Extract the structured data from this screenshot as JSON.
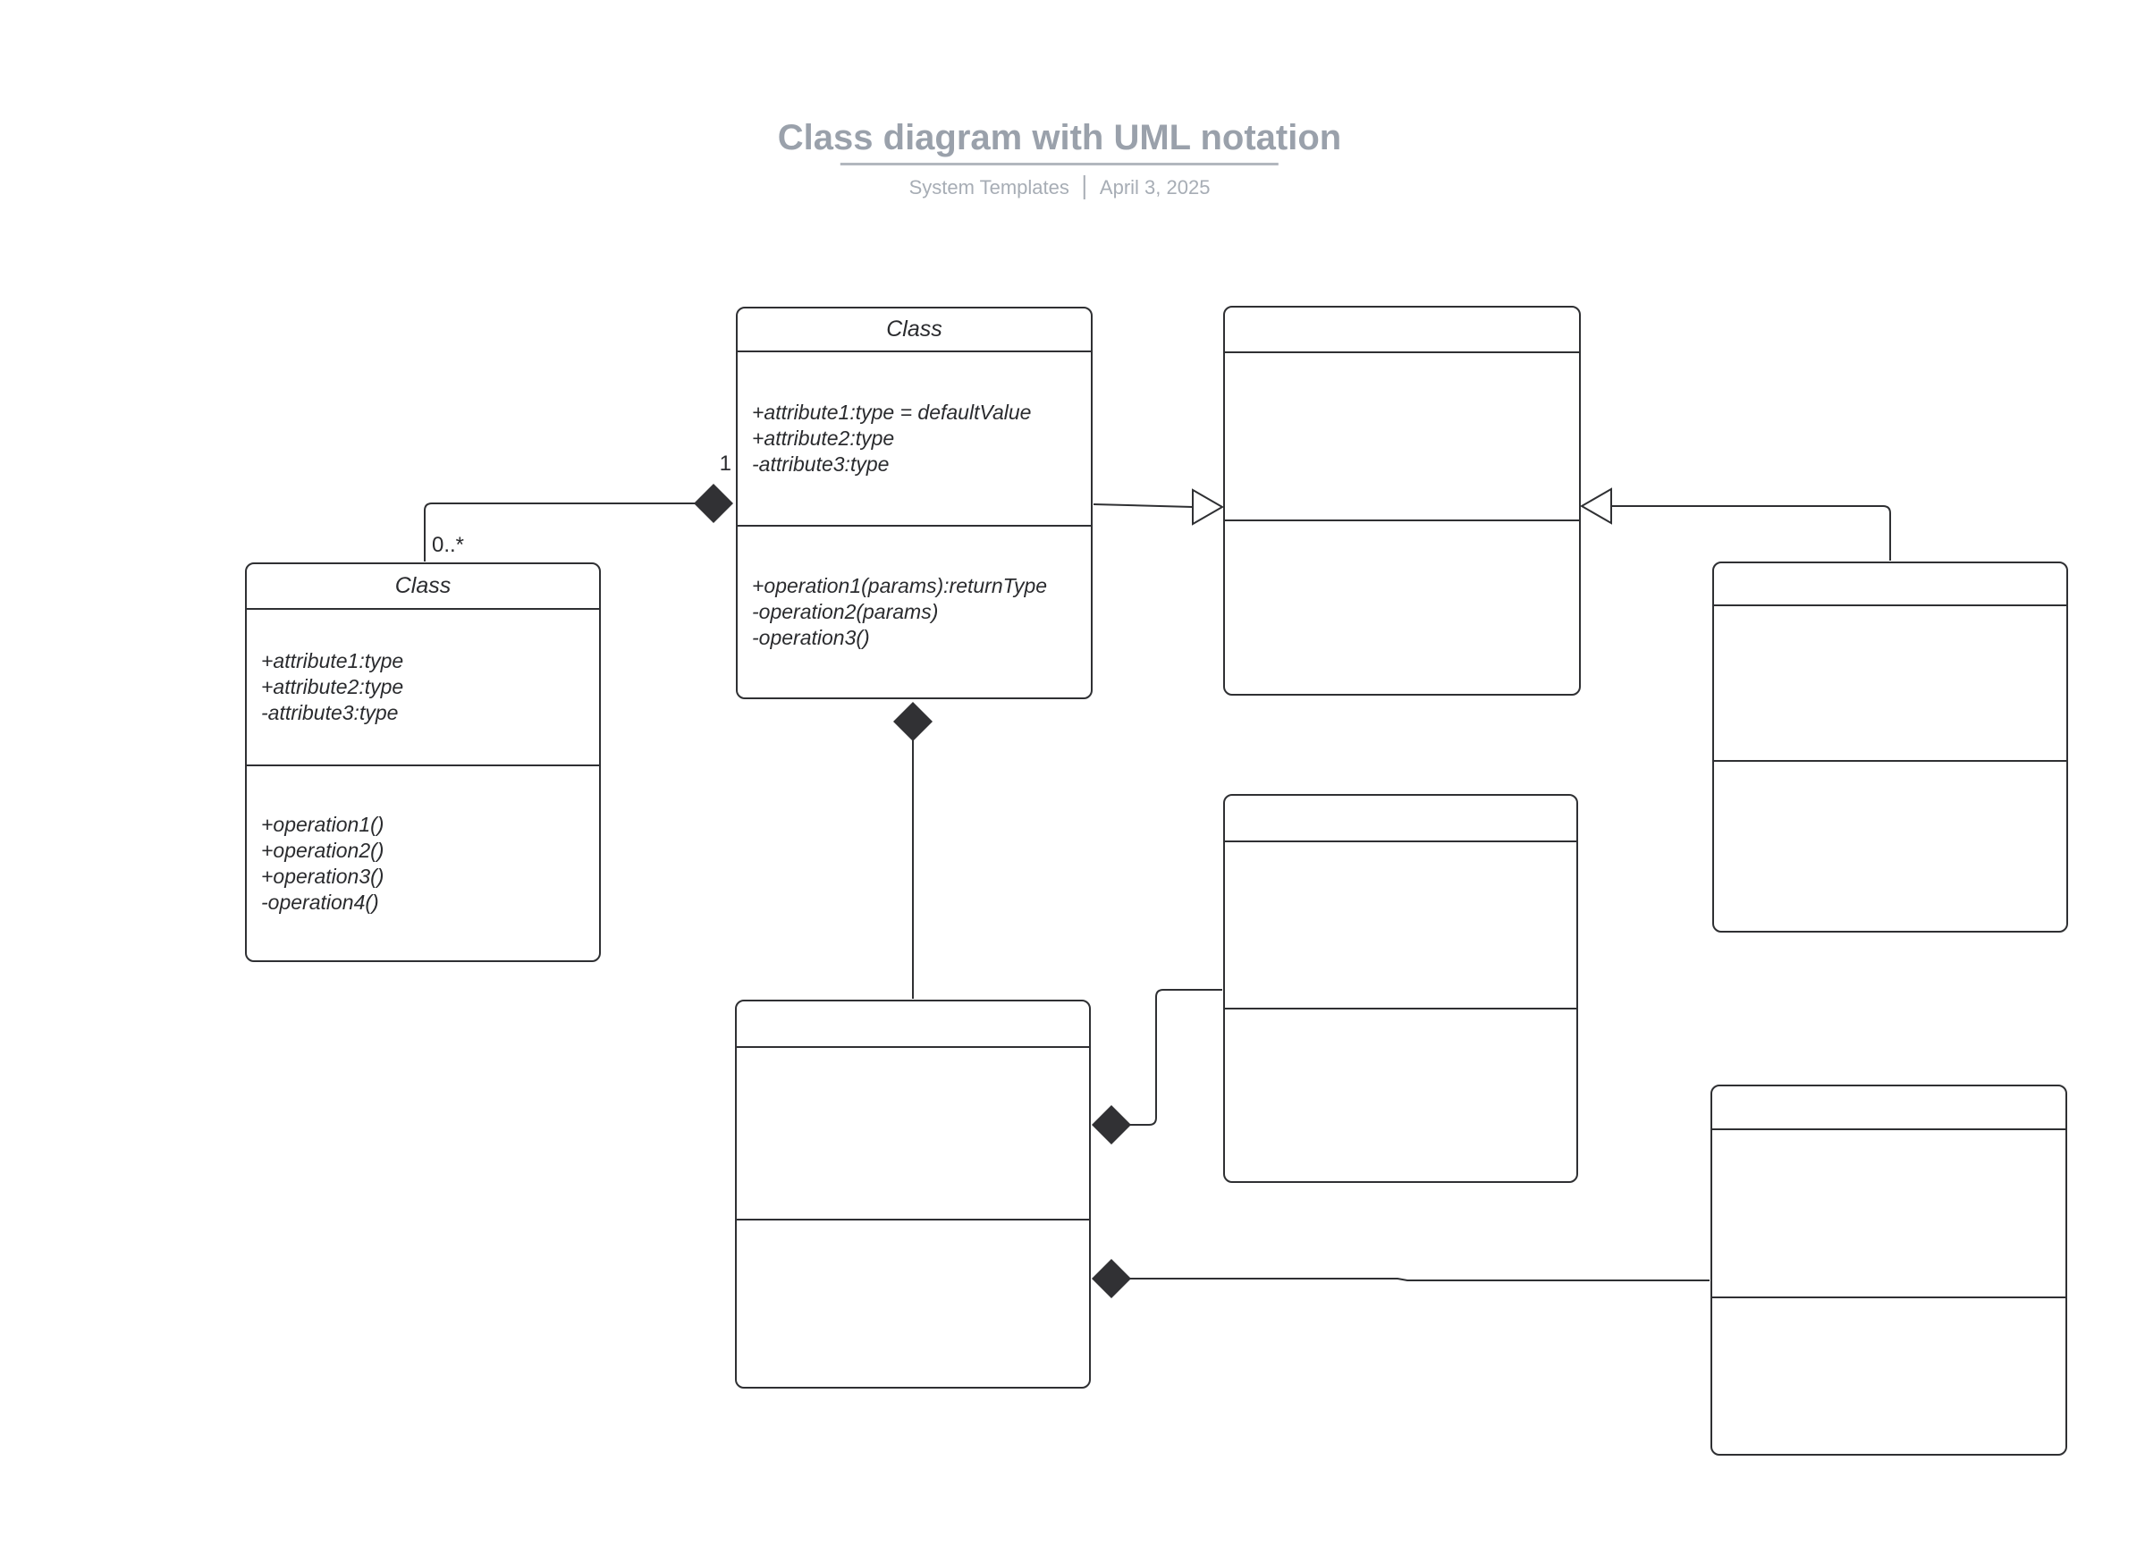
{
  "header": {
    "title": "Class diagram with UML notation",
    "subtitle_left": "System Templates",
    "subtitle_right": "April 3, 2025"
  },
  "connector_labels": {
    "one": "1",
    "many": "0..*"
  },
  "classes": [
    {
      "name": "Class",
      "attributes": [
        "+attribute1:type = defaultValue",
        "+attribute2:type",
        "-attribute3:type"
      ],
      "operations": [
        "+operation1(params):returnType",
        "-operation2(params)",
        "-operation3()"
      ]
    },
    {
      "name": "Class",
      "attributes": [
        "+attribute1:type",
        "+attribute2:type",
        "-attribute3:type"
      ],
      "operations": [
        "+operation1()",
        "+operation2()",
        "+operation3()",
        "-operation4()"
      ]
    },
    {
      "name": "",
      "attributes": [],
      "operations": []
    },
    {
      "name": "",
      "attributes": [],
      "operations": []
    },
    {
      "name": "",
      "attributes": [],
      "operations": []
    },
    {
      "name": "",
      "attributes": [],
      "operations": []
    },
    {
      "name": "",
      "attributes": [],
      "operations": []
    }
  ],
  "colors": {
    "title_text": "#9aa1ab",
    "subtitle_text": "#a7adb5",
    "title_rule": "#b2b7be",
    "box_border": "#2f3033",
    "box_text": "#2a2b2e",
    "diamond_fill": "#313134",
    "background": "#ffffff"
  }
}
